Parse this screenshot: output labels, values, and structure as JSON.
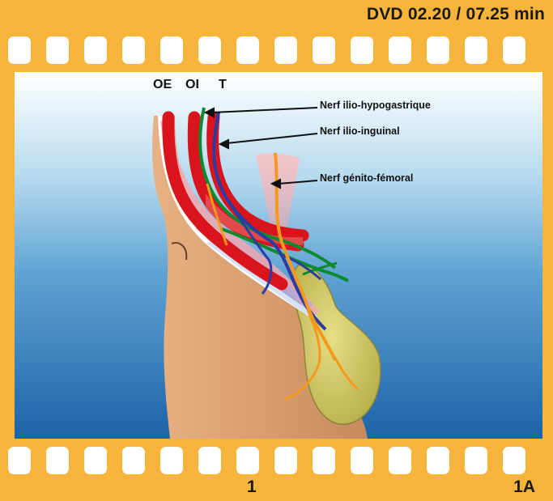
{
  "header": {
    "timecode": "DVD 02.20 / 07.25 min"
  },
  "footer": {
    "frame_number": "1",
    "frame_id": "1A"
  },
  "muscle_labels": {
    "oe": "OE",
    "oi": "OI",
    "t": "T"
  },
  "nerve_labels": {
    "ilio_hypogastrique": "Nerf ilio-hypogastrique",
    "ilio_inguinal": "Nerf ilio-inguinal",
    "genito_femoral": "Nerf génito-fémoral"
  },
  "colors": {
    "film_strip": "#f7b43a",
    "film_hole": "#ffffff",
    "background_top": "#ffffff",
    "background_bottom": "#1c63a8",
    "skin": "#d6a070",
    "muscle_red": "#d9141c",
    "nerve_green": "#0d8a2f",
    "nerve_blue": "#2c3ca3",
    "nerve_orange": "#f39a1c",
    "scrotum": "#d9d26a"
  },
  "icons": [
    "film-strip-icon",
    "arrow-icon"
  ]
}
